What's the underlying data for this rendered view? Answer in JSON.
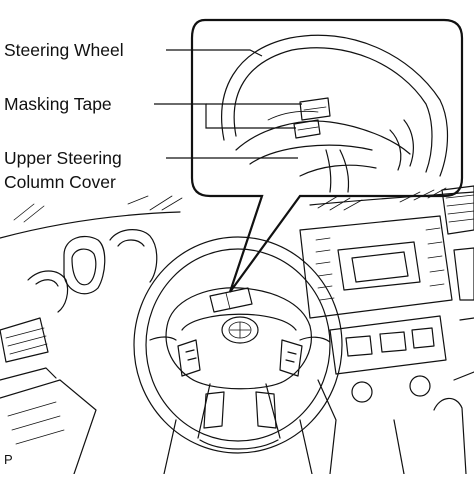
{
  "labels": {
    "steering_wheel": "Steering Wheel",
    "masking_tape": "Masking Tape",
    "upper_cover_line1": "Upper Steering",
    "upper_cover_line2": "Column Cover"
  },
  "page_id": "P"
}
